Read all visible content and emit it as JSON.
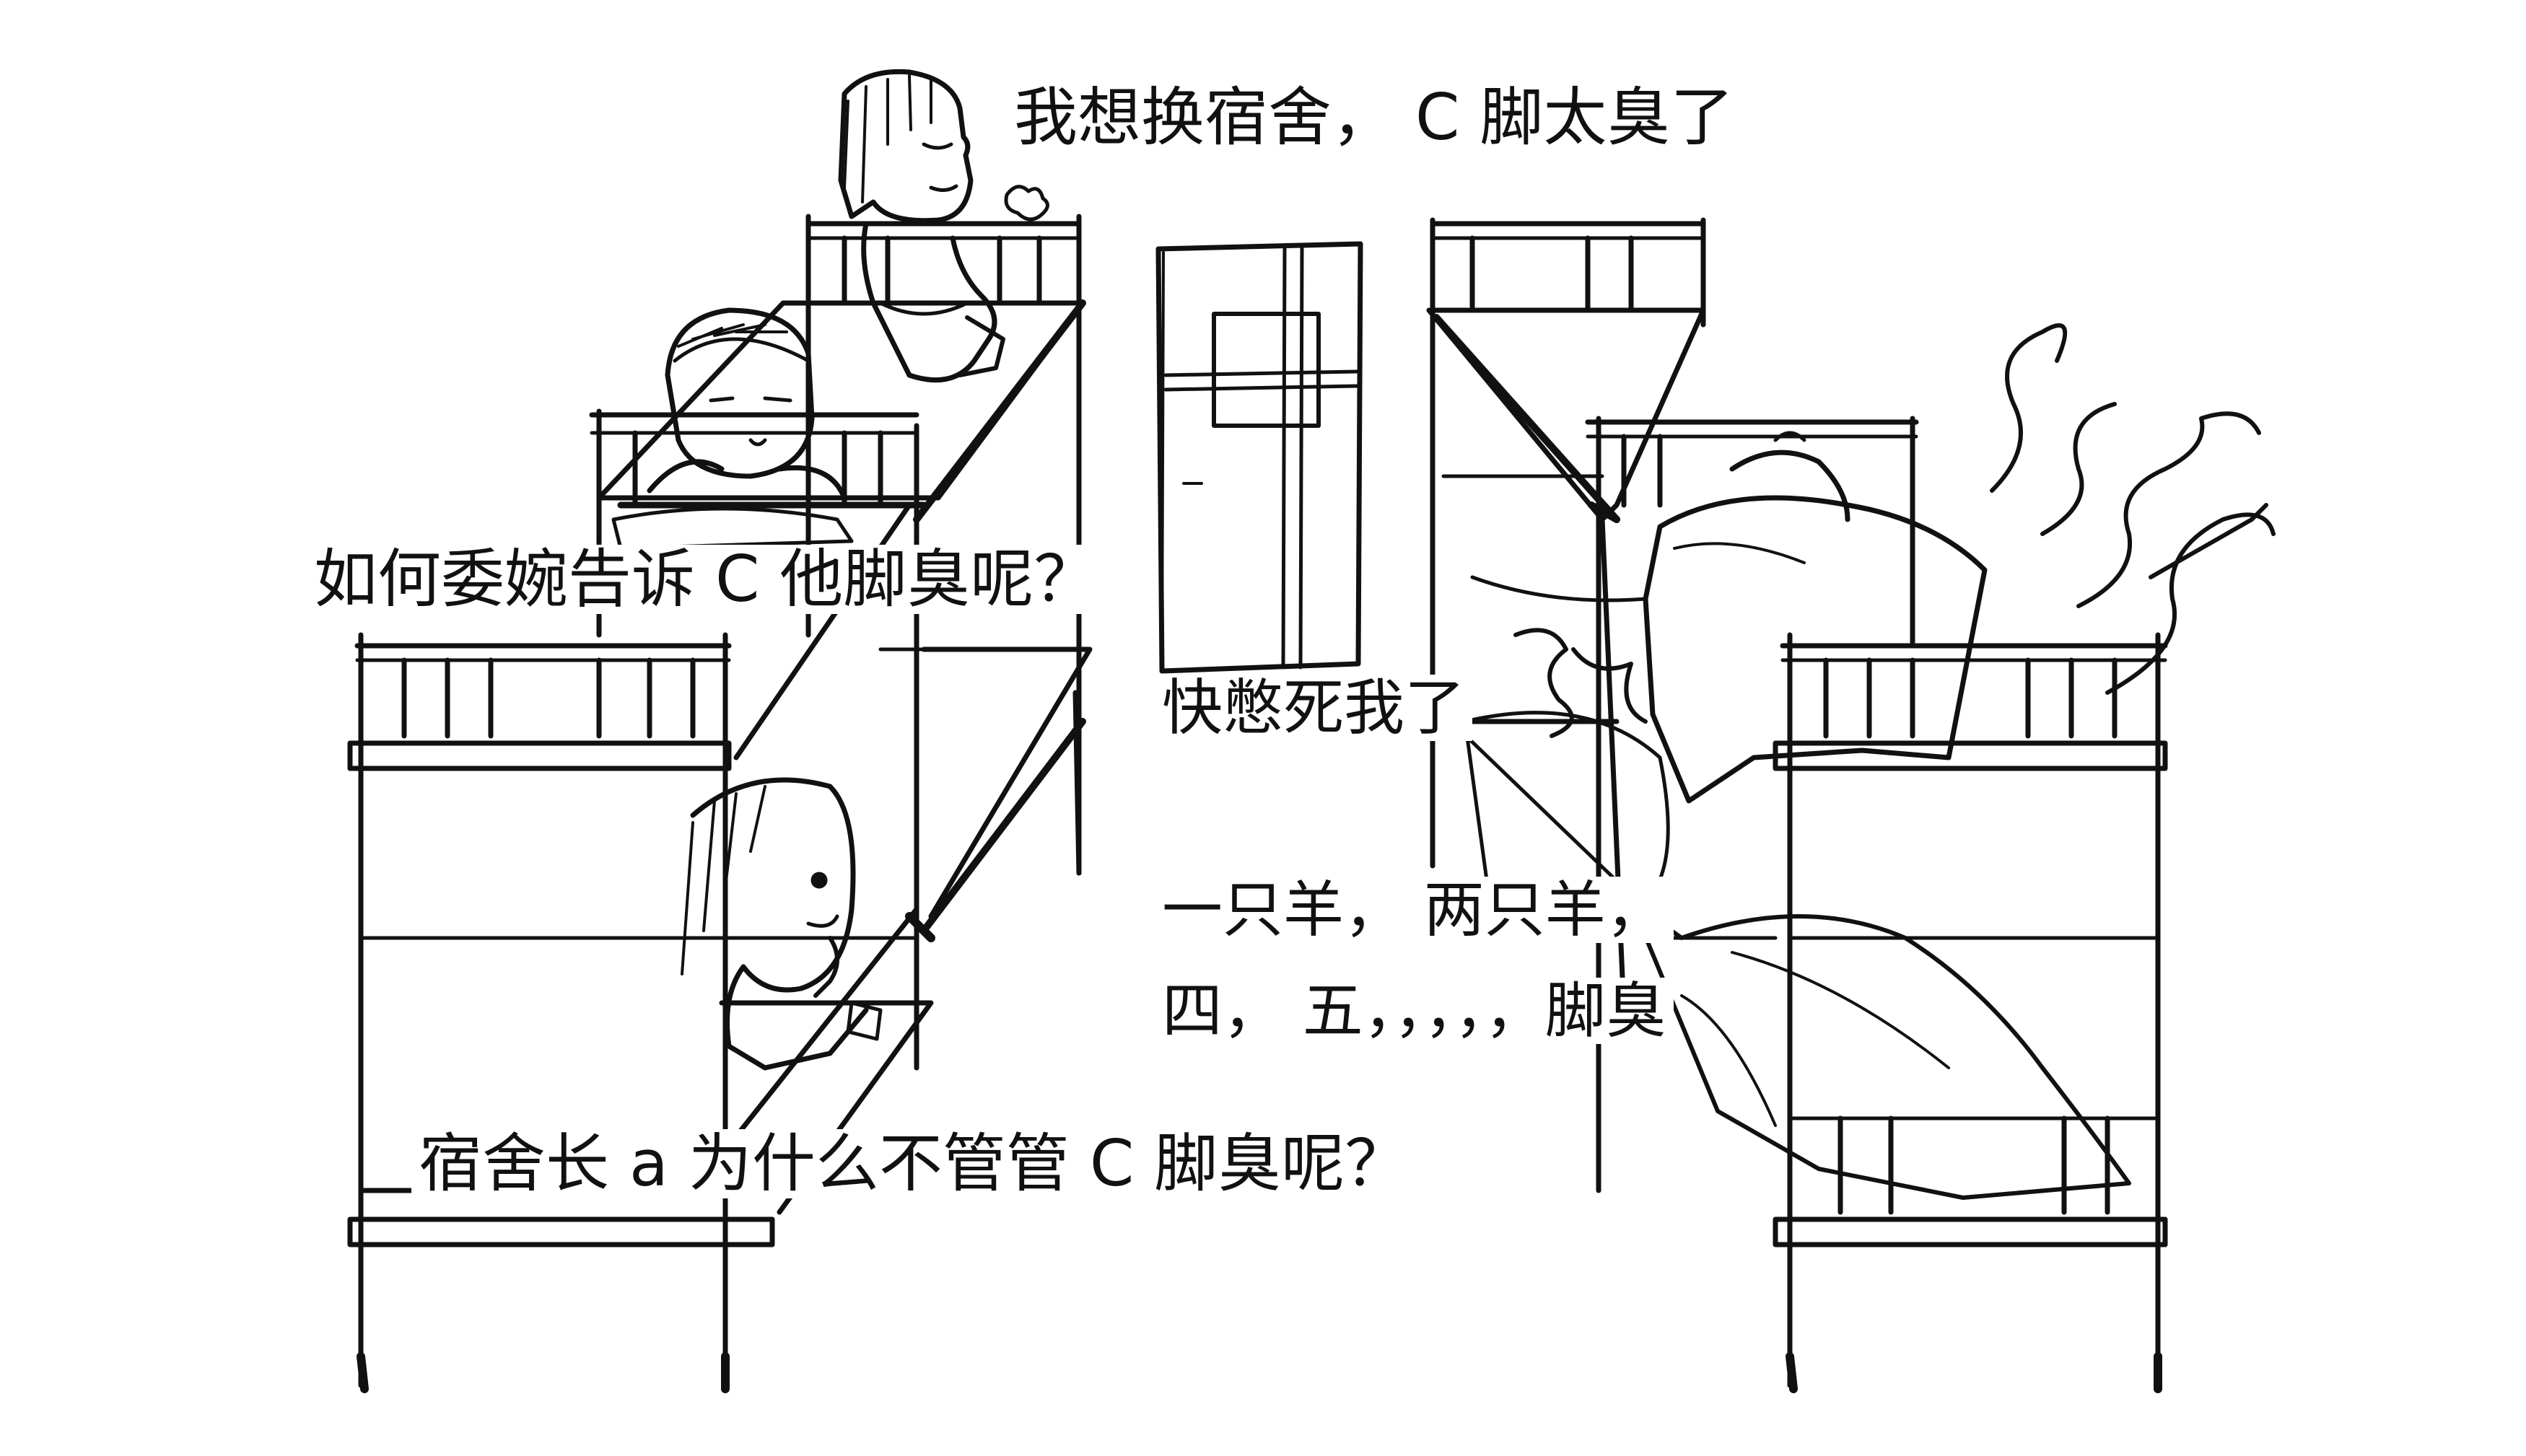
{
  "comic": {
    "speech": {
      "top_sleeper": "我想换宿舍， C 脚太臭了",
      "left_upper": "如何委婉告诉 C 他脚臭呢？",
      "right_middle": "快憋死我了",
      "counting_sheep": "一只羊， 两只羊，",
      "counting_numbers": "四， 五，，，，，脚臭",
      "bottom_left": "宿舍长 a 为什么不管管 C 脚臭呢？"
    },
    "colors": {
      "ink": "#111111",
      "paper": "#ffffff"
    }
  }
}
